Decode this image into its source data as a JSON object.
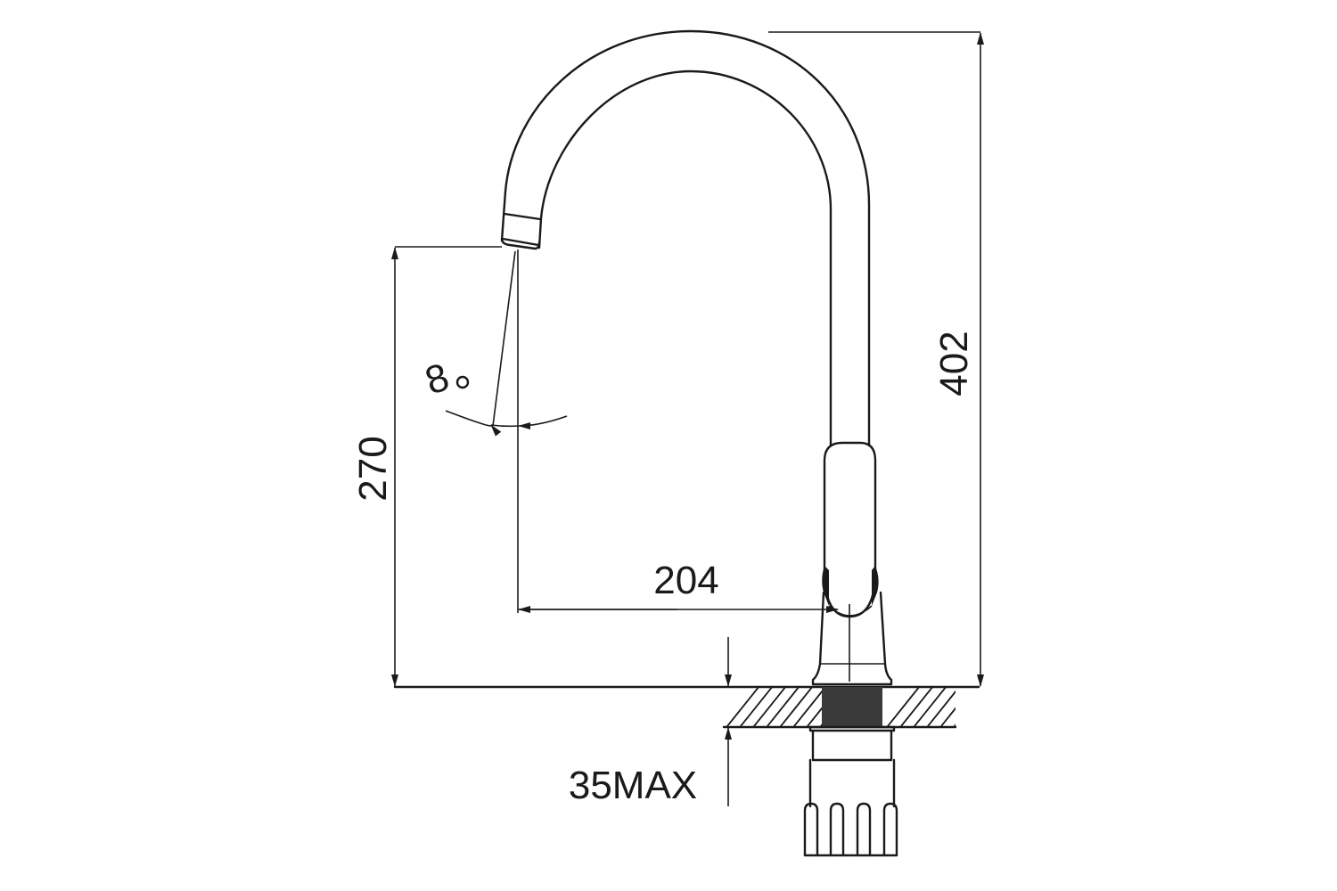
{
  "drawing": {
    "subject": "Gooseneck kitchen faucet side elevation",
    "units": "mm",
    "colors": {
      "line": "#1a1a1a",
      "background": "#ffffff",
      "fill_dark": "#3a3a3a"
    }
  },
  "dimensions": {
    "total_height": {
      "label": "402"
    },
    "spout_height": {
      "label": "270"
    },
    "reach": {
      "label": "204"
    },
    "flow_angle": {
      "label": "8",
      "unit_symbol": "°"
    },
    "mount_thickness": {
      "label": "35MAX"
    }
  }
}
